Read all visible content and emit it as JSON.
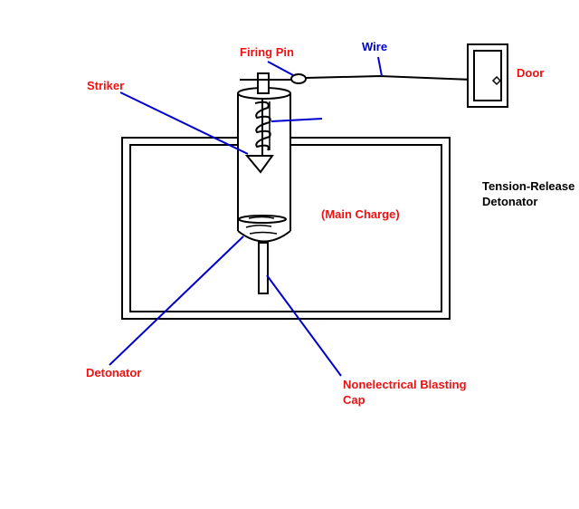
{
  "labels": {
    "firing_pin": "Firing Pin",
    "wire": "Wire",
    "striker": "Striker",
    "door": "Door",
    "title_line1": "Tension-Release",
    "title_line2": "Detonator",
    "main_charge": "(Main Charge)",
    "detonator": "Detonator",
    "cap_line1": "Nonelectrical Blasting",
    "cap_line2": "Cap"
  },
  "colors": {
    "label_red": "#ee1111",
    "label_blue": "#0000cc",
    "leader_blue": "#0000cc",
    "outline": "#000000"
  }
}
